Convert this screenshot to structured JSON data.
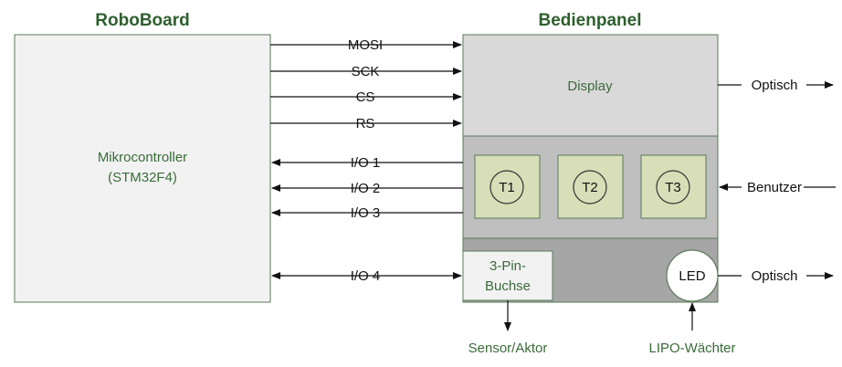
{
  "titles": {
    "left": "RoboBoard",
    "right": "Bedienpanel"
  },
  "mcu": {
    "line1": "Mikrocontroller",
    "line2": "(STM32F4)"
  },
  "display": {
    "label": "Display"
  },
  "buttons": [
    "T1",
    "T2",
    "T3"
  ],
  "buchse": {
    "line1": "3-Pin-",
    "line2": "Buchse"
  },
  "led": {
    "label": "LED"
  },
  "signals": {
    "mosi": "MOSI",
    "sck": "SCK",
    "cs": "CS",
    "rs": "RS",
    "io1": "I/O 1",
    "io2": "I/O 2",
    "io3": "I/O 3",
    "io4": "I/O 4"
  },
  "externals": {
    "optisch_display": "Optisch",
    "benutzer": "Benutzer",
    "optisch_led": "Optisch",
    "sensor": "Sensor/Aktor",
    "lipo": "LIPO-Wächter"
  },
  "colors": {
    "mcu_fill": "#f2f2f2",
    "display_fill": "#d9d9d9",
    "button_panel_fill": "#bfbfbf",
    "bottom_panel_fill": "#a6a6a6",
    "button_fill": "#d8dfb8",
    "border": "#5a7a5a",
    "text_green": "#3a6b3a"
  }
}
